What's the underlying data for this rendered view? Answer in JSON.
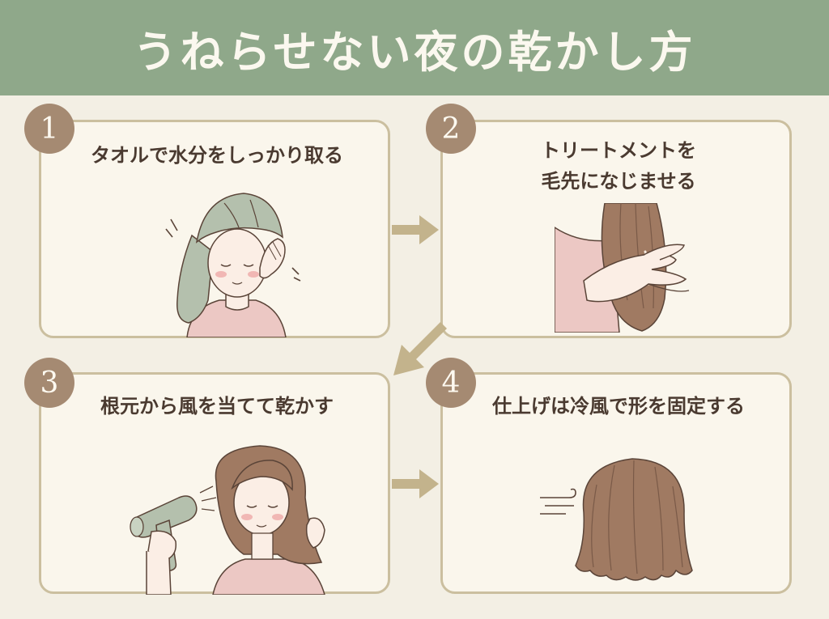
{
  "title": "うねらせない夜の乾かし方",
  "steps": [
    {
      "number": "1",
      "title": "タオルで水分をしっかり取る"
    },
    {
      "number": "2",
      "title_line1": "トリートメントを",
      "title_line2": "毛先になじませる"
    },
    {
      "number": "3",
      "title": "根元から風を当てて乾かす"
    },
    {
      "number": "4",
      "title": "仕上げは冷風で形を固定する"
    }
  ],
  "colors": {
    "header": "#8fa88a",
    "background": "#f3efe4",
    "card": "#faf6ec",
    "card_border": "#cbbf9f",
    "badge": "#a58a72",
    "arrow": "#c3b38c",
    "text": "#4a3a30"
  },
  "icons": {
    "step1": "towel-drying-woman-illustration",
    "step2": "treatment-hair-hand-illustration",
    "step3": "hair-dryer-woman-illustration",
    "step4": "cool-wind-hair-illustration"
  }
}
